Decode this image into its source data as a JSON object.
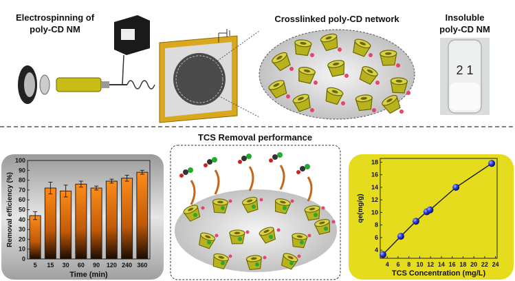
{
  "labels": {
    "electrospinning_line1": "Electrospinning of",
    "electrospinning_line2": "poly-CD NM",
    "network": "Crosslinked  poly-CD network",
    "insoluble_line1": "Insoluble",
    "insoluble_line2": "poly-CD NM",
    "vial_mark": "2 1",
    "tcs_title": "TCS Removal performance"
  },
  "colors": {
    "bar": "#f08a1c",
    "point": "#2233dd",
    "yellow_panel": "#e6dc1e",
    "grey_panel": "#c8c8c8",
    "cd": "#b8b21e",
    "linker": "#e8446a"
  },
  "chart_data": [
    {
      "type": "bar",
      "title": "",
      "xlabel": "Time (min)",
      "ylabel": "Removal efficiency (%)",
      "categories": [
        "5",
        "15",
        "30",
        "60",
        "90",
        "120",
        "240",
        "360"
      ],
      "values": [
        44,
        72,
        69,
        76,
        72,
        79,
        82,
        88
      ],
      "errors": [
        4,
        6,
        6,
        3,
        2,
        2,
        3,
        2
      ],
      "ylim": [
        0,
        100
      ],
      "yticks": [
        "0",
        "10",
        "20",
        "30",
        "40",
        "50",
        "60",
        "70",
        "80",
        "90",
        "100"
      ]
    },
    {
      "type": "line",
      "title": "",
      "xlabel": "TCS Concentration (mg/L)",
      "ylabel": "qe(mg/g)",
      "x": [
        3.2,
        6.5,
        9.3,
        11.3,
        11.9,
        16.7,
        23.3
      ],
      "y": [
        3.3,
        6.2,
        8.6,
        10.1,
        10.4,
        14.0,
        17.8
      ],
      "xlim": [
        2.7,
        24.3
      ],
      "ylim": [
        2.7,
        18.6
      ],
      "xticks": [
        "4",
        "6",
        "8",
        "10",
        "12",
        "14",
        "16",
        "18",
        "20",
        "22",
        "24"
      ],
      "yticks": [
        "4",
        "6",
        "8",
        "10",
        "12",
        "14",
        "16",
        "18"
      ]
    }
  ]
}
